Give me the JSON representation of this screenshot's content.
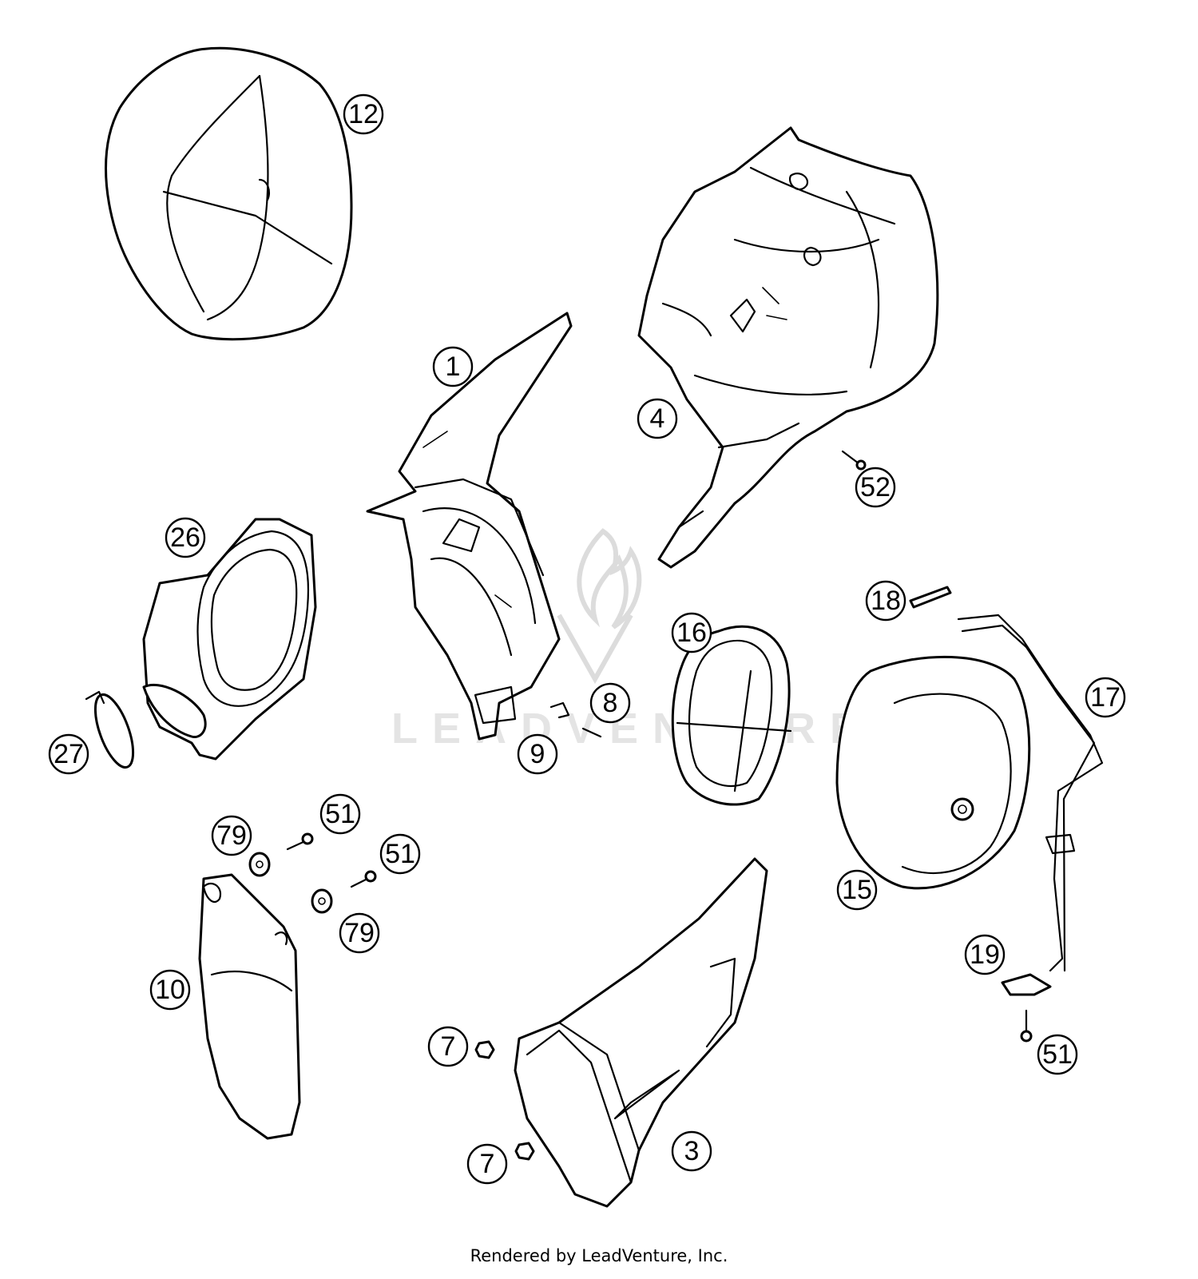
{
  "diagram": {
    "watermark_text": "LEADVENTURE",
    "callouts": {
      "c12": "12",
      "c1": "1",
      "c4": "4",
      "c52": "52",
      "c26": "26",
      "c27": "27",
      "c9": "9",
      "c8": "8",
      "c16": "16",
      "c18": "18",
      "c17": "17",
      "c15": "15",
      "c79a": "79",
      "c51a": "51",
      "c51b": "51",
      "c79b": "79",
      "c10": "10",
      "c7a": "7",
      "c7b": "7",
      "c3": "3",
      "c19": "19",
      "c51c": "51"
    }
  },
  "footer": {
    "credit": "Rendered by LeadVenture, Inc."
  }
}
